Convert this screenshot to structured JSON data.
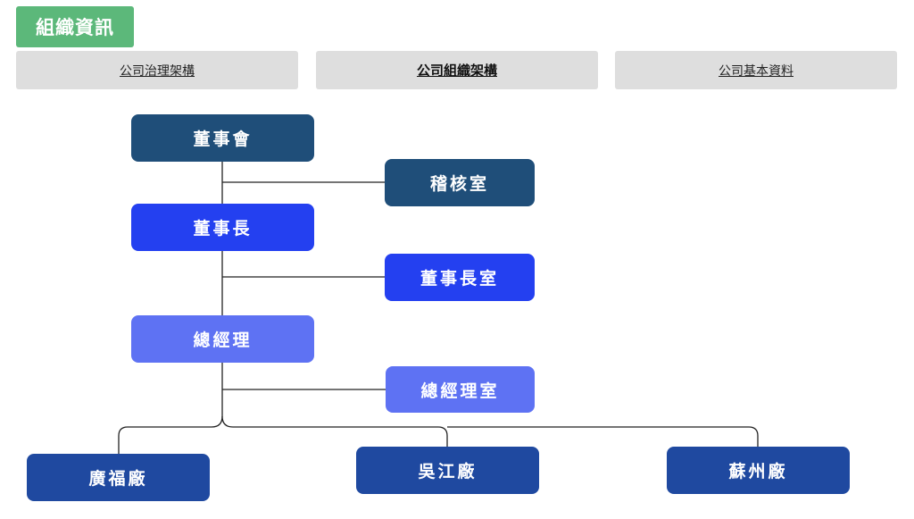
{
  "header": {
    "title": "組織資訊"
  },
  "tabs": [
    {
      "label": "公司治理架構",
      "active": false
    },
    {
      "label": "公司組織架構",
      "active": true
    },
    {
      "label": "公司基本資料",
      "active": false
    }
  ],
  "org_chart": {
    "board": "董事會",
    "audit": "稽核室",
    "chairman": "董事長",
    "chairman_office": "董事長室",
    "general_manager": "總經理",
    "gm_office": "總經理室",
    "factories": [
      "廣福廠",
      "吳江廠",
      "蘇州廠"
    ]
  },
  "colors": {
    "title_bg": "#5cb87a",
    "tab_bg": "#dedede",
    "board": "#1f4e79",
    "chairman": "#2440f0",
    "general_manager": "#5e72f3",
    "factory": "#1f49a0"
  }
}
